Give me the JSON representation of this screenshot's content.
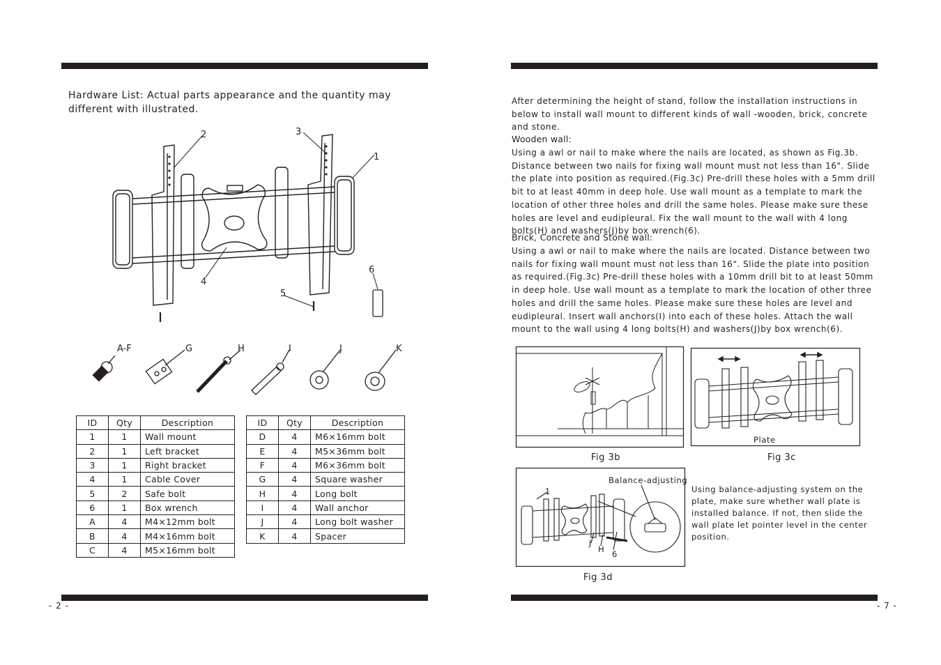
{
  "left_page": {
    "page_number": "- 2 -",
    "hardware_heading": "Hardware List:",
    "hardware_text": " Actual parts appearance and the quantity may different with illustrated.",
    "diagram_callouts": [
      "2",
      "3",
      "1",
      "4",
      "5",
      "6"
    ],
    "part_labels": [
      "A-F",
      "G",
      "H",
      "I",
      "J",
      "K"
    ],
    "table1": {
      "headers": [
        "ID",
        "Qty",
        "Description"
      ],
      "rows": [
        [
          "1",
          "1",
          "Wall mount"
        ],
        [
          "2",
          "1",
          "Left bracket"
        ],
        [
          "3",
          "1",
          "Right bracket"
        ],
        [
          "4",
          "1",
          "Cable Cover"
        ],
        [
          "5",
          "2",
          "Safe bolt"
        ],
        [
          "6",
          "1",
          "Box wrench"
        ],
        [
          "A",
          "4",
          "M4×12mm bolt"
        ],
        [
          "B",
          "4",
          "M4×16mm bolt"
        ],
        [
          "C",
          "4",
          "M5×16mm bolt"
        ]
      ]
    },
    "table2": {
      "headers": [
        "ID",
        "Qty",
        "Description"
      ],
      "rows": [
        [
          "D",
          "4",
          "M6×16mm bolt"
        ],
        [
          "E",
          "4",
          "M5×36mm bolt"
        ],
        [
          "F",
          "4",
          "M6×36mm bolt"
        ],
        [
          "G",
          "4",
          "Square washer"
        ],
        [
          "H",
          "4",
          "Long bolt"
        ],
        [
          "I",
          "4",
          "Wall anchor"
        ],
        [
          "J",
          "4",
          "Long bolt washer"
        ],
        [
          "K",
          "4",
          "Spacer"
        ]
      ]
    }
  },
  "right_page": {
    "page_number": "- 7 -",
    "intro": "After determining the height of stand, follow the installation instructions in below to install wall mount to different kinds of wall -wooden, brick, concrete and stone.",
    "wooden_heading": "Wooden wall:",
    "wooden_text": "Using a awl or nail to make where the nails are located, as shown as Fig.3b. Distance between two nails for fixing wall mount must not less than 16\". Slide the plate into position as required.(Fig.3c) Pre-drill these holes with a 5mm drill bit to at least 40mm in deep hole. Use wall mount as a template to mark the location of other three holes and drill the same holes. Please make sure these holes are level and eudipleural. Fix the wall mount to the wall with 4 long bolts(H) and washers(J)by box wrench(6).",
    "brick_heading": "Brick, Concrete and Stone wall:",
    "brick_text": "Using a awl or nail to make where the nails are located. Distance between two nails for fixing wall mount must not less than 16\". Slide the plate into position as required.(Fig.3c) Pre-drill these holes with a 10mm drill bit to at least 50mm in deep hole. Use wall mount as a template to mark the location of other three holes and drill the same holes. Please make sure these holes are level and eudipleural. Insert wall anchors(I) into each of these holes. Attach the wall mount to the wall using 4 long bolts(H) and washers(J)by box wrench(6).",
    "fig3b_caption": "Fig  3b",
    "fig3c_caption": "Fig  3c",
    "fig3c_label": "Plate",
    "fig3d_caption": "Fig  3d",
    "fig3d_label": "Balance-adjusting",
    "fig3d_callouts": [
      "1",
      "J",
      "H",
      "6"
    ],
    "balance_text": "Using balance-adjusting system on the plate, make sure whether wall plate is installed balance. If not, then slide the wall plate let pointer level in the center position."
  }
}
